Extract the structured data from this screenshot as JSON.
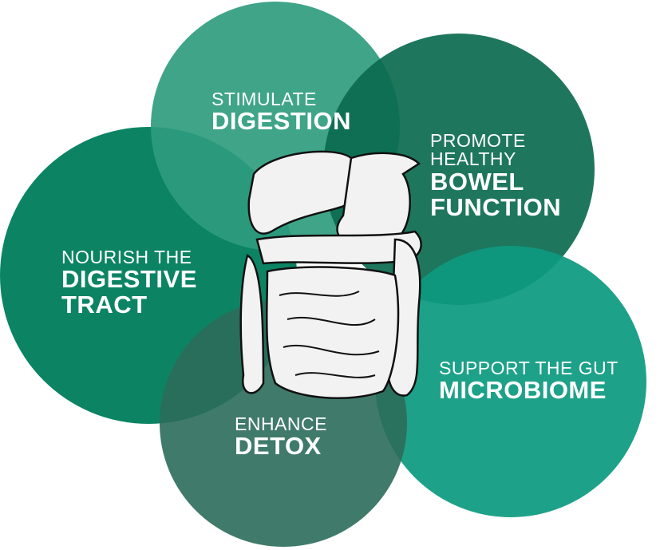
{
  "colors": {
    "stimulate": "#2f9c7e",
    "promote": "#0b6a4f",
    "nourish": "#0c8464",
    "support": "#0d9a80",
    "detox": "#2b6c5a"
  },
  "benefits": [
    {
      "light": "STIMULATE",
      "bold": [
        "DIGESTION"
      ]
    },
    {
      "light": "PROMOTE HEALTHY",
      "light_lines": [
        "PROMOTE",
        "HEALTHY"
      ],
      "bold": [
        "BOWEL",
        "FUNCTION"
      ]
    },
    {
      "light": "NOURISH THE",
      "bold": [
        "DIGESTIVE",
        "TRACT"
      ]
    },
    {
      "light": "SUPPORT THE GUT",
      "bold": [
        "MICROBIOME"
      ]
    },
    {
      "light": "ENHANCE",
      "bold": [
        "DETOX"
      ]
    }
  ],
  "center_icon": "digestive-system-illustration"
}
